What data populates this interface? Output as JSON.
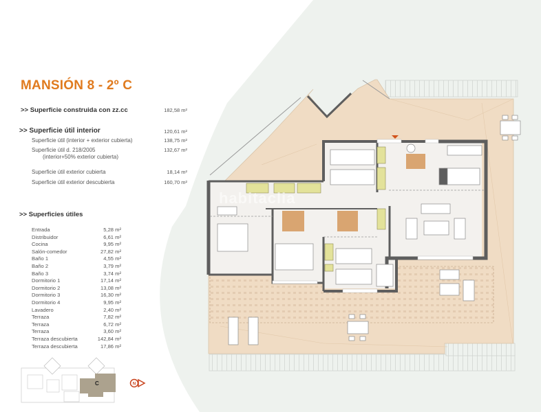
{
  "title": "MANSIÓN 8 - 2º C",
  "summary": {
    "built": {
      "label": ">> Superficie construida con zz.cc",
      "value": "182,58 m²"
    },
    "useful_interior": {
      "label": ">> Superficie útil interior",
      "value": "120,61 m²"
    },
    "useful_int_ext": {
      "label": "Superficie útil (interior + exterior cubierta)",
      "value": "138,75 m²"
    },
    "useful_decree_l1": "Superficie útil  d. 218/2005",
    "useful_decree_l2": "(interior+50% exterior cubierta)",
    "useful_decree_value": "132,67 m²",
    "ext_covered": {
      "label": "Superficie útil exterior cubierta",
      "value": "18,14 m²"
    },
    "ext_uncovered": {
      "label": "Superficie útil exterior descubierta",
      "value": "160,70 m²"
    }
  },
  "rooms_header": ">> Superficies útiles",
  "rooms": [
    {
      "name": "Entrada",
      "value": "5,28 m²"
    },
    {
      "name": "Distribuidor",
      "value": "6,61 m²"
    },
    {
      "name": "Cocina",
      "value": "9,95 m²"
    },
    {
      "name": "Salón-comedor",
      "value": "27,82 m²"
    },
    {
      "name": "Baño 1",
      "value": "4,55 m²"
    },
    {
      "name": "Baño 2",
      "value": "3,79 m²"
    },
    {
      "name": "Baño 3",
      "value": "3,74 m²"
    },
    {
      "name": "Dormitorio 1",
      "value": "17,14 m²"
    },
    {
      "name": "Dormitorio 2",
      "value": "13,08 m²"
    },
    {
      "name": "Dormitorio 3",
      "value": "16,30 m²"
    },
    {
      "name": "Dormitorio 4",
      "value": "9,95 m²"
    },
    {
      "name": "Lavadero",
      "value": "2,40 m²"
    },
    {
      "name": "Terraza",
      "value": "7,82 m²"
    },
    {
      "name": "Terraza",
      "value": "6,72 m²"
    },
    {
      "name": "Terraza",
      "value": "3,60 m²"
    },
    {
      "name": "Terraza descubierta",
      "value": "142,84 m²"
    },
    {
      "name": "Terraza descubierta",
      "value": "17,86 m²"
    }
  ],
  "keymap": {
    "unit_label": "C"
  },
  "north_label": "N",
  "watermark": "habitaclia",
  "colors": {
    "accent": "#e07b1f",
    "terrace": "#f0dcc4",
    "wall": "#5e5e5e",
    "floor": "#f3f1ee",
    "wardrobe": "#e3e29a",
    "bath": "#d9a571",
    "background": "#eef2ee",
    "keymap_unit": "#aca28e"
  }
}
